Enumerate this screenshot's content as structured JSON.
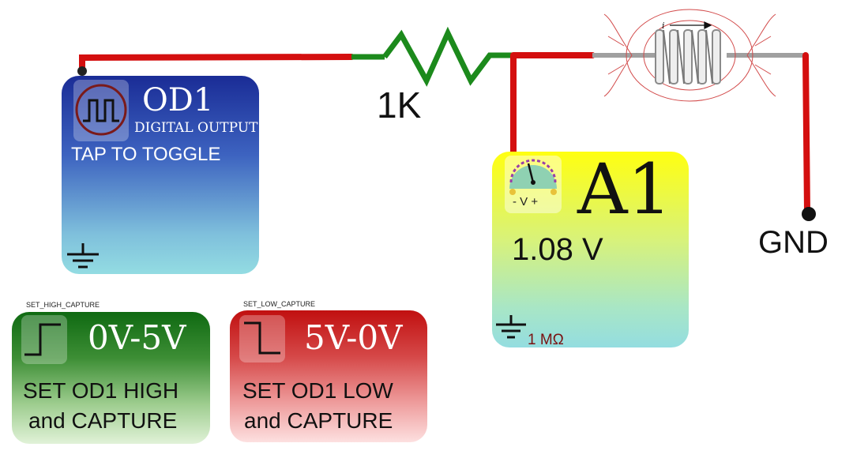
{
  "circuit": {
    "resistor_label": "1K",
    "gnd_label": "GND",
    "wire_color": "#d40f0f",
    "resistor_wire_color": "#1c8a1c",
    "inductor_wire_color": "#a0a0a0"
  },
  "od1": {
    "title": "OD1",
    "subtitle": "DIGITAL OUTPUT",
    "action": "TAP TO TOGGLE",
    "icon": "square-wave-icon"
  },
  "a1": {
    "title": "A1",
    "meter_label": "- V +",
    "reading": "1.08 V",
    "impedance": "1 MΩ",
    "icon": "voltmeter-icon"
  },
  "high_capture": {
    "tag": "SET_HIGH_CAPTURE",
    "title": "0V-5V",
    "line1": "SET OD1 HIGH",
    "line2": "and CAPTURE",
    "icon": "rising-edge-icon"
  },
  "low_capture": {
    "tag": "SET_LOW_CAPTURE",
    "title": "5V-0V",
    "line1": "SET OD1 LOW",
    "line2": "and CAPTURE",
    "icon": "falling-edge-icon"
  }
}
